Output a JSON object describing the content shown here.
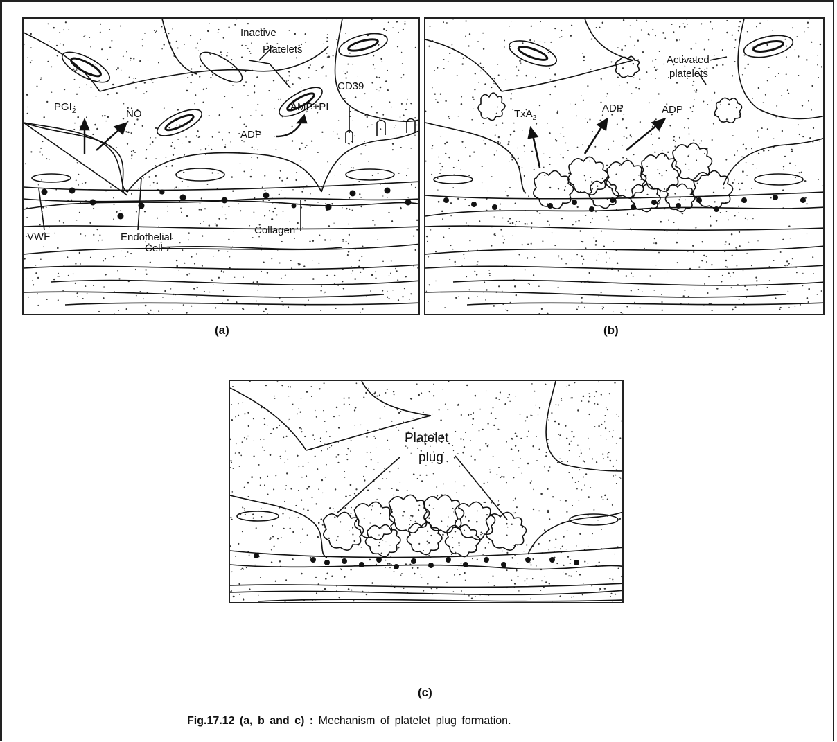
{
  "panel_a": {
    "inactive_label": "Inactive",
    "platelets_label": "Platelets",
    "cd39_label": "CD39",
    "pgi_label": "PGI",
    "pgi_sub": "2",
    "no_label": "NO",
    "amp_label": "AMP+PI",
    "adp_label": "ADP",
    "vwf_label": "VWF",
    "endothelial_label": "Endothelial",
    "cell_label": "Cell",
    "collagen_label": "Collagen",
    "panel_label": "(a)"
  },
  "panel_b": {
    "activated_label": "Activated",
    "platelets_label": "platelets",
    "txa_label": "TxA",
    "txa_sub": "2",
    "adp_label_1": "ADP",
    "adp_label_2": "ADP",
    "panel_label": "(b)"
  },
  "panel_c": {
    "platelet_label": "Platelet",
    "plug_label": "plug",
    "panel_label": "(c)"
  },
  "caption": {
    "label": "Fig.17.12 (a, b and c) :",
    "text": "Mechanism of platelet plug formation."
  }
}
